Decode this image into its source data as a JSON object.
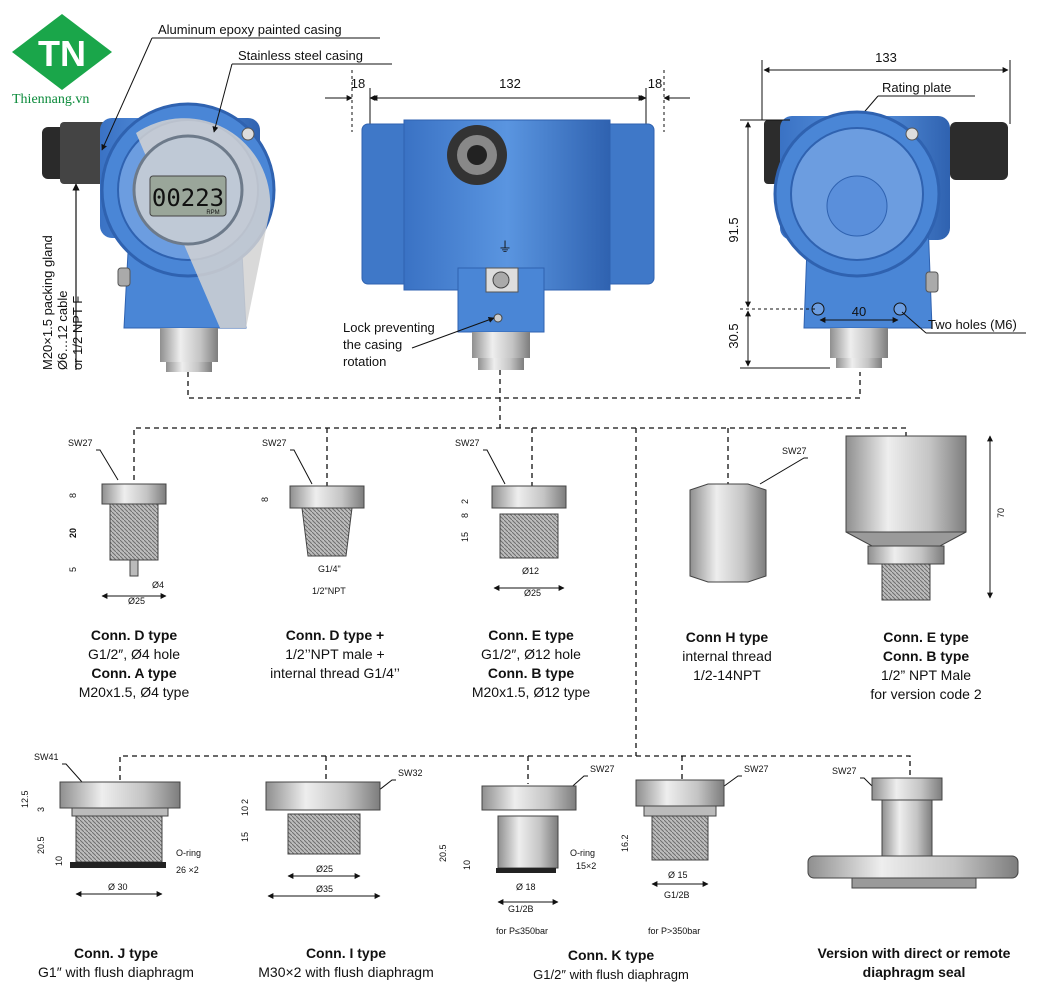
{
  "logo": {
    "letters": "TN",
    "site": "Thiennang.vn",
    "color": "#1aa64a"
  },
  "colors": {
    "casing_blue": "#4a86d6",
    "casing_dark": "#2f62b0",
    "metal": "#c9c9c9",
    "metal_dark": "#8e8e8e"
  },
  "front_view": {
    "callout_aluminum": "Aluminum epoxy painted casing",
    "callout_stainless": "Stainless steel casing",
    "gland_text": [
      "M20×1.5 packing gland",
      "Ø6…12 cable",
      "or 1/2 NPT F"
    ],
    "display_value": "00223",
    "display_unit": "RPM"
  },
  "side_view": {
    "dim_left": "18",
    "dim_center": "132",
    "dim_right": "18",
    "lock_text": [
      "Lock preventing",
      "the casing",
      "rotation"
    ]
  },
  "rear_view": {
    "dim_top": "133",
    "rating_plate": "Rating plate",
    "dim_v1": "91.5",
    "dim_v2": "30.5",
    "dim_holes": "40",
    "holes_text": "Two holes (M6)"
  },
  "row1": [
    {
      "sw": "SW27",
      "dims": [
        "8",
        "20",
        "5"
      ],
      "bottom_labels": [
        "Ø4",
        "Ø25"
      ],
      "title1": "Conn. D type",
      "line1": "G1/2″, Ø4 hole",
      "title2": "Conn. A type",
      "line2": "M20x1.5,  Ø4 type"
    },
    {
      "sw": "SW27",
      "dims": [
        "8"
      ],
      "bottom_labels": [
        "G1/4\"",
        "1/2\"NPT"
      ],
      "title1": "Conn. D type +",
      "line1": "1/2’’NPT male +",
      "title2": "",
      "line2": "internal thread G1/4’’"
    },
    {
      "sw": "SW27",
      "dims": [
        "2",
        "8",
        "15"
      ],
      "bottom_labels": [
        "Ø12",
        "Ø25"
      ],
      "title1": "Conn. E type",
      "line1": "G1/2″, Ø12 hole",
      "title2": "Conn. B type",
      "line2": "M20x1.5,  Ø12 type"
    },
    {
      "sw": "SW27",
      "dims": [],
      "bottom_labels": [],
      "title1": "Conn H type",
      "line1": "internal thread",
      "title2": "",
      "line2": "1/2-14NPT"
    },
    {
      "sw": "",
      "dims": [
        "70"
      ],
      "bottom_labels": [],
      "title1": "Conn. E type",
      "line1": "",
      "title2": "Conn. B type",
      "line2": "1/2” NPT Male",
      "line3": "for version code 2"
    }
  ],
  "row2": [
    {
      "sw": "SW41",
      "dims": [
        "12.5",
        "3",
        "20.5",
        "10"
      ],
      "oring": "O-ring",
      "oring2": "26 ×2",
      "bottom_labels": [
        "Ø 30"
      ],
      "title": "Conn. J type",
      "line": "G1″ with flush diaphragm"
    },
    {
      "sw": "SW32",
      "dims": [
        "2",
        "10",
        "15"
      ],
      "bottom_labels": [
        "Ø25",
        "Ø35"
      ],
      "title": "Conn. I type",
      "line": "M30×2 with flush  diaphragm"
    },
    {
      "sw": "SW27",
      "dims": [
        "20.5",
        "10"
      ],
      "oring": "O-ring",
      "oring2": "15×2",
      "bottom_labels": [
        "Ø 18",
        "G1/2B"
      ],
      "note": "for P≤350bar",
      "title": "Conn. K type",
      "line": "G1/2″ with flush diaphragm"
    },
    {
      "sw": "SW27",
      "dims": [
        "16.2"
      ],
      "bottom_labels": [
        "Ø 15",
        "G1/2B"
      ],
      "note": "for P>350bar"
    },
    {
      "sw": "SW27",
      "dims": [],
      "bottom_labels": [],
      "title": "Version with direct or remote",
      "line": "diaphragm seal"
    }
  ]
}
